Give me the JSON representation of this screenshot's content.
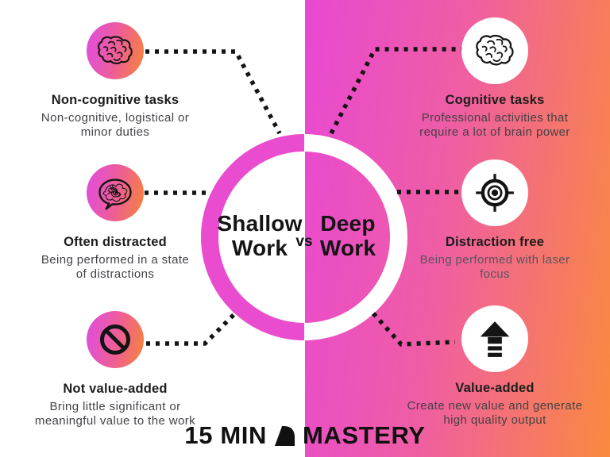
{
  "center": {
    "shallow_line1": "Shallow",
    "shallow_line2": "Work",
    "vs": "vs",
    "deep_line1": "Deep",
    "deep_line2": "Work"
  },
  "left_items": [
    {
      "icon": "brain-icon",
      "heading": "Non-cognitive tasks",
      "body_line1": "Non-cognitive, logistical or",
      "body_line2": "minor duties"
    },
    {
      "icon": "distracted-speech-bubble-icon",
      "heading": "Often distracted",
      "body_line1": "Being performed in a state",
      "body_line2": "of distractions"
    },
    {
      "icon": "no-sign-icon",
      "heading": "Not value-added",
      "body_line1": "Bring little significant or",
      "body_line2": "meaningful value to the work"
    }
  ],
  "right_items": [
    {
      "icon": "brain-icon",
      "heading": "Cognitive tasks",
      "body_line1": "Professional activities that",
      "body_line2": "require a lot of brain power"
    },
    {
      "icon": "target-crosshair-icon",
      "heading": "Distraction free",
      "body_line1": "Being performed with laser",
      "body_line2": "focus"
    },
    {
      "icon": "up-arrow-icon",
      "heading": "Value-added",
      "body_line1": "Create new value and generate",
      "body_line2": "high quality output"
    }
  ],
  "brand": {
    "prefix": "15 MIN",
    "suffix": "MASTERY",
    "glyph": "quarter-round-logo-icon"
  },
  "colors": {
    "ring_magenta": "#e94ccf",
    "right_bg_start": "#e948d3",
    "right_bg_end": "#fa8a3e",
    "icon_gradient_start": "#e14fd6",
    "icon_gradient_end": "#f5823f",
    "connector_black": "#141414",
    "heading_text": "#1c1c1c",
    "body_text": "#434146"
  }
}
